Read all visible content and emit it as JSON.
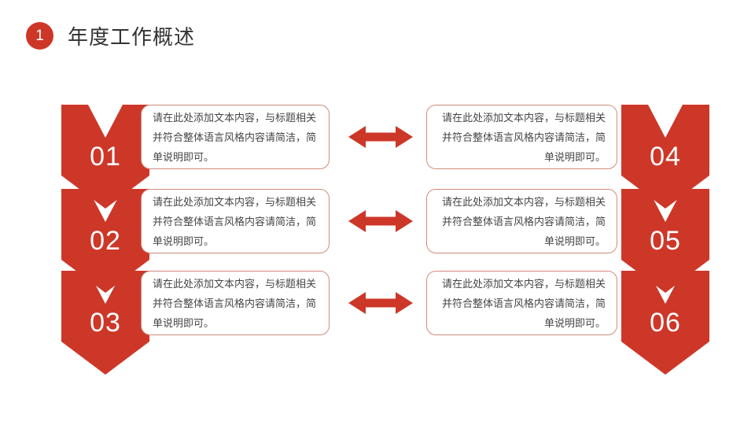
{
  "slide": {
    "header": {
      "badge": "1",
      "title": "年度工作概述"
    },
    "colors": {
      "accent": "#cd3728",
      "box_border": "#d08b7a",
      "title_text": "#333333",
      "body_text": "#454545",
      "number_text": "#ffffff"
    },
    "rows": [
      {
        "left": {
          "number": "01",
          "text": "请在此处添加文本内容，与标题相关并符合整体语言风格内容请简洁，简单说明即可。"
        },
        "right": {
          "number": "04",
          "text": "请在此处添加文本内容，与标题相关并符合整体语言风格内容请简洁，简单说明即可。"
        }
      },
      {
        "left": {
          "number": "02",
          "text": "请在此处添加文本内容，与标题相关并符合整体语言风格内容请简洁，简单说明即可。"
        },
        "right": {
          "number": "05",
          "text": "请在此处添加文本内容，与标题相关并符合整体语言风格内容请简洁，简单说明即可。"
        }
      },
      {
        "left": {
          "number": "03",
          "text": "请在此处添加文本内容，与标题相关并符合整体语言风格内容请简洁，简单说明即可。"
        },
        "right": {
          "number": "06",
          "text": "请在此处添加文本内容，与标题相关并符合整体语言风格内容请简洁，简单说明即可。"
        }
      }
    ]
  }
}
